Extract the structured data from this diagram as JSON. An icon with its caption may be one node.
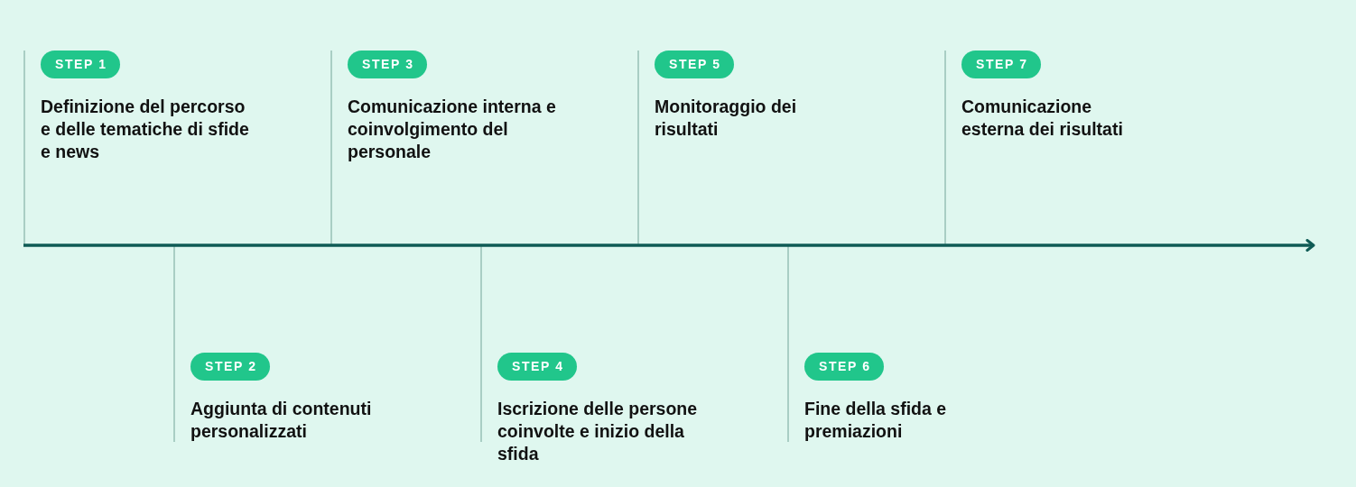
{
  "diagram": {
    "nodes": [
      {
        "text": [
          "STEP 1",
          "Definizione del percorso e delle tematiche di sfide e news"
        ]
      },
      {
        "text": [
          "STEP 2",
          "Aggiunta di contenuti personalizzati"
        ]
      },
      {
        "text": [
          "STEP 3",
          "Comunicazione interna e coinvolgimento del personale"
        ]
      },
      {
        "text": [
          "STEP 4",
          "Iscrizione delle persone coinvolte e inizio della sfida"
        ]
      },
      {
        "text": [
          "STEP 5",
          "Monitoraggio dei risultati"
        ]
      },
      {
        "text": [
          "STEP 6",
          "Fine della sfida e premiazioni"
        ]
      },
      {
        "text": [
          "STEP 7",
          "Comunicazione esterna dei risultati"
        ]
      }
    ]
  }
}
